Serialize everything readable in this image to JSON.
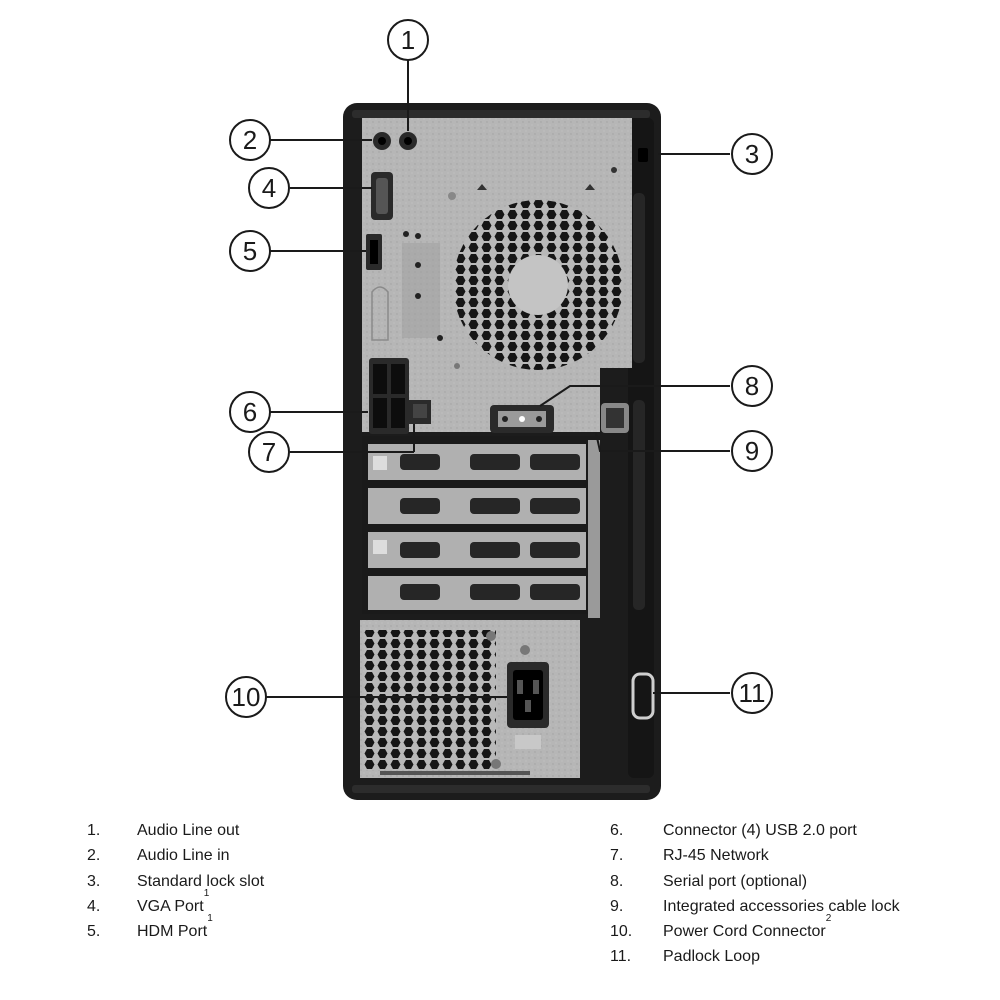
{
  "callouts": [
    {
      "n": "1"
    },
    {
      "n": "2"
    },
    {
      "n": "3"
    },
    {
      "n": "4"
    },
    {
      "n": "5"
    },
    {
      "n": "6"
    },
    {
      "n": "7"
    },
    {
      "n": "8"
    },
    {
      "n": "9"
    },
    {
      "n": "10"
    },
    {
      "n": "11"
    }
  ],
  "legend": {
    "left": [
      {
        "num": "1.",
        "label": "Audio Line out",
        "sup": ""
      },
      {
        "num": "2.",
        "label": "Audio Line in",
        "sup": ""
      },
      {
        "num": "3.",
        "label": "Standard lock slot",
        "sup": ""
      },
      {
        "num": "4.",
        "label": "VGA Port",
        "sup": "1"
      },
      {
        "num": "5.",
        "label": "HDM Port",
        "sup": "1"
      }
    ],
    "right": [
      {
        "num": "6.",
        "label": "Connector (4) USB 2.0 port",
        "sup": ""
      },
      {
        "num": "7.",
        "label": "RJ-45 Network",
        "sup": ""
      },
      {
        "num": "8.",
        "label": "Serial port (optional)",
        "sup": ""
      },
      {
        "num": "9.",
        "label": "Integrated accessories cable lock",
        "sup": ""
      },
      {
        "num": "10.",
        "label": "Power Cord Connector",
        "sup": "2"
      },
      {
        "num": "11.",
        "label": "Padlock Loop",
        "sup": ""
      }
    ]
  },
  "colors": {
    "chassis": "#1c1c1c",
    "panel": "#b4b4b4",
    "panel_dark": "#8c8c8c",
    "port": "#2a2a2a",
    "line": "#1a1a1a"
  }
}
